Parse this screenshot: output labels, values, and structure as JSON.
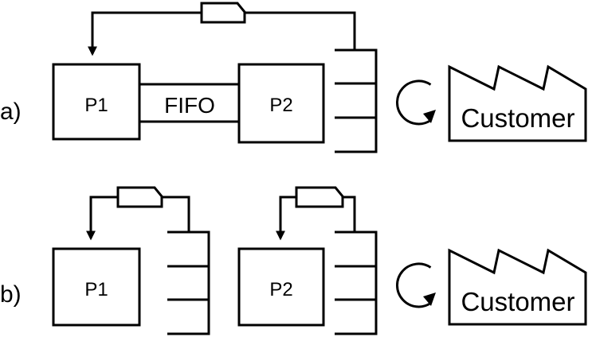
{
  "diagram_a": {
    "label": "a)",
    "p1": "P1",
    "fifo": "FIFO",
    "p2": "P2",
    "customer": "Customer"
  },
  "diagram_b": {
    "label": "b)",
    "p1": "P1",
    "p2": "P2",
    "customer": "Customer"
  }
}
